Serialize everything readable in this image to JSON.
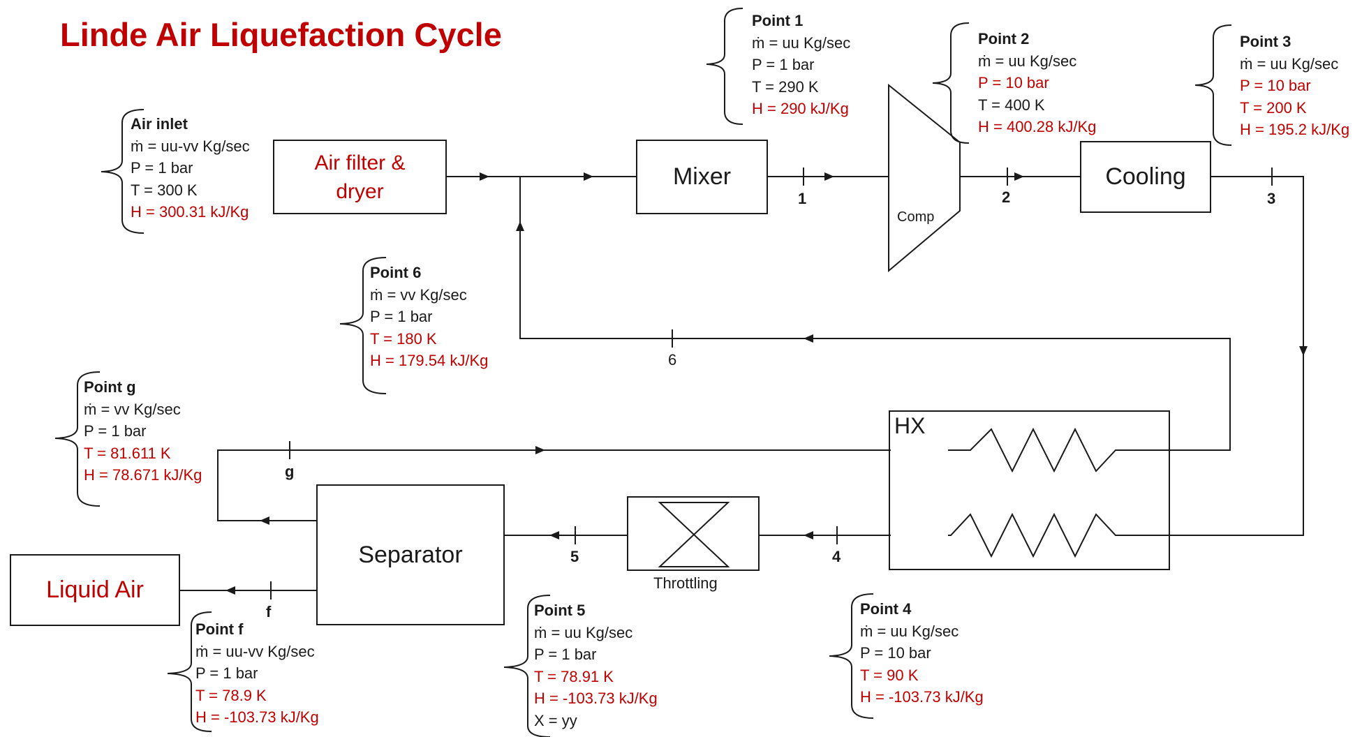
{
  "title": "Linde Air Liquefaction Cycle",
  "colors": {
    "accent_red": "#c00000",
    "line": "#1a1a1a"
  },
  "components": {
    "filter": "Air filter & dryer",
    "mixer": "Mixer",
    "compressor": "Comp",
    "cooling": "Cooling",
    "hx": "HX",
    "throttling": "Throttling",
    "separator": "Separator",
    "liquid_air": "Liquid Air"
  },
  "state_labels": {
    "p1": "1",
    "p2": "2",
    "p3": "3",
    "p4": "4",
    "p5": "5",
    "p6": "6",
    "pg": "g",
    "pf": "f"
  },
  "annotations": {
    "air_inlet": {
      "heading": "Air inlet",
      "mdot": "ṁ = uu-vv Kg/sec",
      "P": "P = 1 bar",
      "T": "T = 300 K",
      "H": "H = 300.31 kJ/Kg"
    },
    "point1": {
      "heading": "Point 1",
      "mdot": "ṁ = uu Kg/sec",
      "P": "P = 1 bar",
      "T": "T = 290 K",
      "H": "H = 290 kJ/Kg"
    },
    "point2": {
      "heading": "Point 2",
      "mdot": "ṁ = uu Kg/sec",
      "P": "P = 10 bar",
      "T": "T = 400 K",
      "H": "H = 400.28 kJ/Kg"
    },
    "point3": {
      "heading": "Point 3",
      "mdot": "ṁ = uu Kg/sec",
      "P": "P = 10 bar",
      "T": "T = 200 K",
      "H": "H = 195.2 kJ/Kg"
    },
    "point6": {
      "heading": "Point 6",
      "mdot": "ṁ = vv Kg/sec",
      "P": "P = 1 bar",
      "T": "T = 180 K",
      "H": "H = 179.54 kJ/Kg"
    },
    "pointg": {
      "heading": "Point g",
      "mdot": "ṁ = vv Kg/sec",
      "P": "P = 1 bar",
      "T": "T = 81.611 K",
      "H": "H = 78.671 kJ/Kg"
    },
    "pointf": {
      "heading": "Point f",
      "mdot": "ṁ = uu-vv Kg/sec",
      "P": "P = 1 bar",
      "T": "T = 78.9 K",
      "H": "H = -103.73 kJ/Kg"
    },
    "point5": {
      "heading": "Point 5",
      "mdot": "ṁ = uu Kg/sec",
      "P": "P = 1 bar",
      "T": "T = 78.91 K",
      "H": "H = -103.73 kJ/Kg",
      "X": "X = yy"
    },
    "point4": {
      "heading": "Point 4",
      "mdot": "ṁ = uu Kg/sec",
      "P": "P = 10 bar",
      "T": "T = 90 K",
      "H": "H = -103.73 kJ/Kg"
    }
  }
}
